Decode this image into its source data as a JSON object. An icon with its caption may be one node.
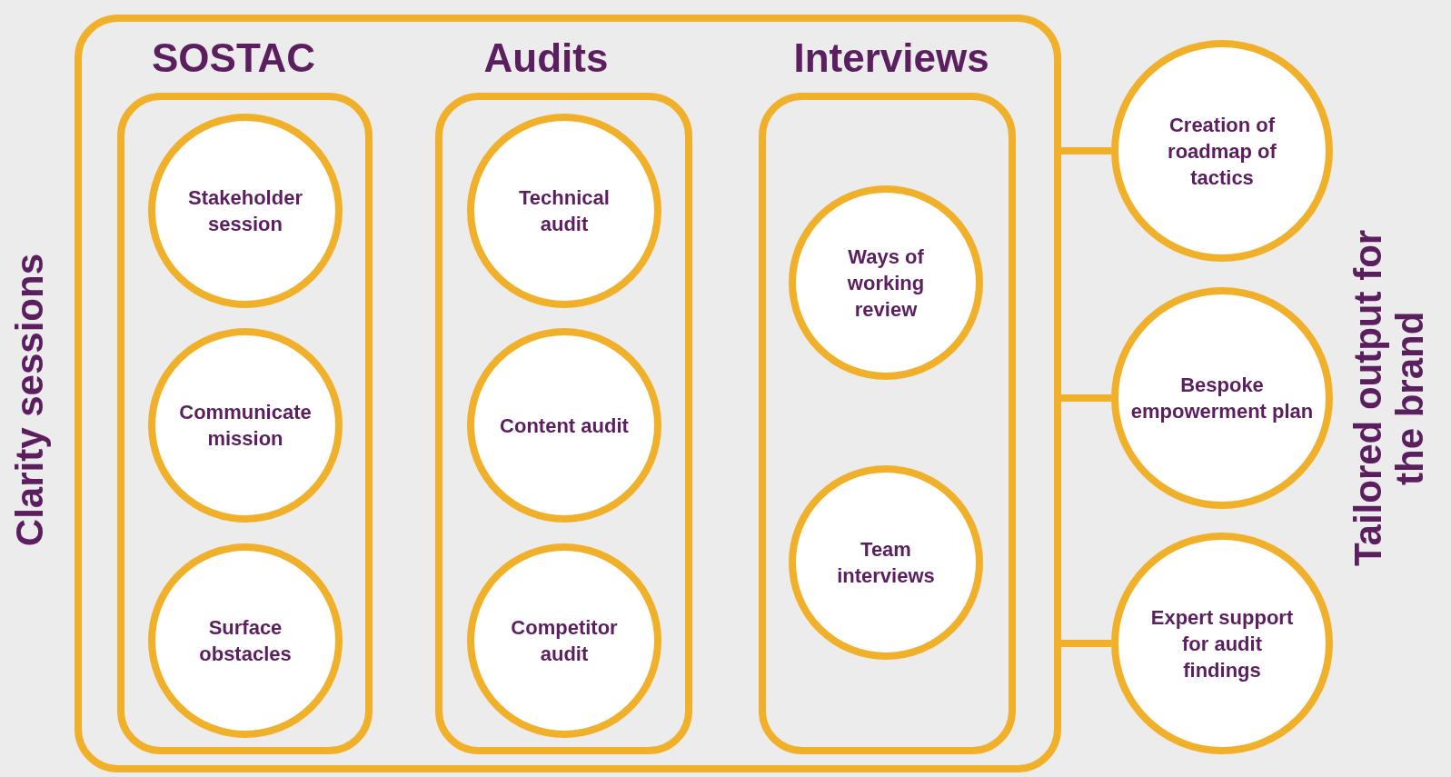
{
  "diagram": {
    "nodes": [
      {
        "text": [
          "Clarity sessions"
        ]
      },
      {
        "text": [
          "SOSTAC"
        ],
        "in": 0
      },
      {
        "text": [
          "Stakeholder session"
        ],
        "in": 1
      },
      {
        "text": [
          "Communicate mission"
        ],
        "in": 1
      },
      {
        "text": [
          "Surface obstacles"
        ],
        "in": 1
      },
      {
        "text": [
          "Audits"
        ],
        "in": 0
      },
      {
        "text": [
          "Technical audit"
        ],
        "in": 5
      },
      {
        "text": [
          "Content audit"
        ],
        "in": 5
      },
      {
        "text": [
          "Competitor audit"
        ],
        "in": 5
      },
      {
        "text": [
          "Interviews"
        ],
        "in": 0
      },
      {
        "text": [
          "Ways of working review"
        ],
        "in": 9
      },
      {
        "text": [
          "Team interviews"
        ],
        "in": 9
      },
      {
        "text": [
          "Creation of roadmap of tactics"
        ]
      },
      {
        "text": [
          "Bespoke empowerment plan"
        ]
      },
      {
        "text": [
          "Expert support for audit findings"
        ]
      }
    ],
    "edges": [
      {
        "from": 0,
        "to": 12,
        "arrow": "none"
      },
      {
        "from": 0,
        "to": 13,
        "arrow": "none"
      },
      {
        "from": 0,
        "to": 14,
        "arrow": "none"
      }
    ],
    "labels": [
      "Tailored output for the brand"
    ]
  }
}
